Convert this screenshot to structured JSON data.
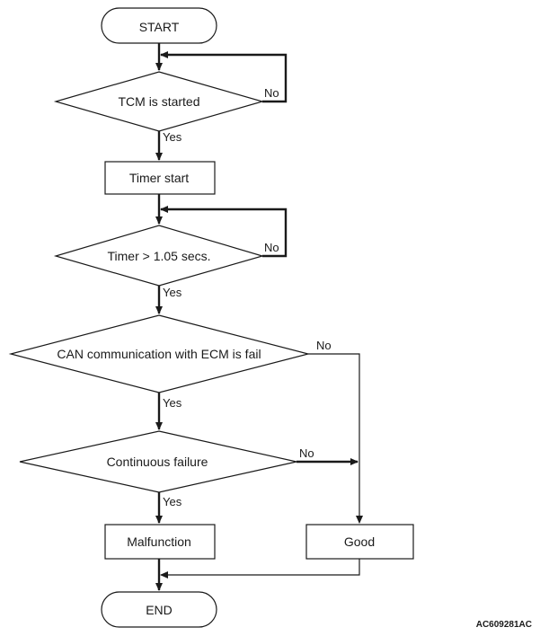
{
  "nodes": {
    "start": "START",
    "tcm_started": "TCM is started",
    "timer_start": "Timer start",
    "timer_check": "Timer > 1.05 secs.",
    "can_fail": "CAN communication with ECM is fail",
    "continuous_failure": "Continuous failure",
    "malfunction": "Malfunction",
    "good": "Good",
    "end": "END"
  },
  "branches": {
    "yes": "Yes",
    "no": "No"
  },
  "figure_code": "AC609281AC"
}
